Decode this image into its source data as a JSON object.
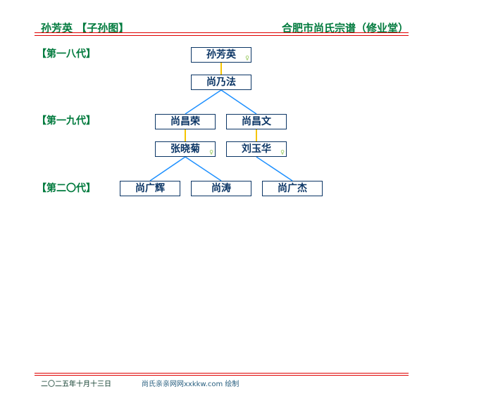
{
  "header": {
    "left": "孙芳英 【子孙图】",
    "right": "合肥市尚氏宗谱（修业堂）"
  },
  "generations": [
    "【第一八代】",
    "【第一九代】",
    "【第二〇代】"
  ],
  "persons": {
    "p1": "孙芳英",
    "p2": "尚乃法",
    "p3": "尚昌荣",
    "p4": "尚昌文",
    "p5": "张晓菊",
    "p6": "刘玉华",
    "p7": "尚广辉",
    "p8": "尚涛",
    "p9": "尚广杰"
  },
  "female_mark": "♀",
  "footer": {
    "date": "二〇二五年十月十三日",
    "credit": "尚氏亲亲网网xxkkw.com 绘制"
  },
  "colors": {
    "title": "#007a3d",
    "rule": "#e00000",
    "box": "#0b3565",
    "spouse_link": "#f5c400",
    "child_link": "#1e90ff"
  }
}
